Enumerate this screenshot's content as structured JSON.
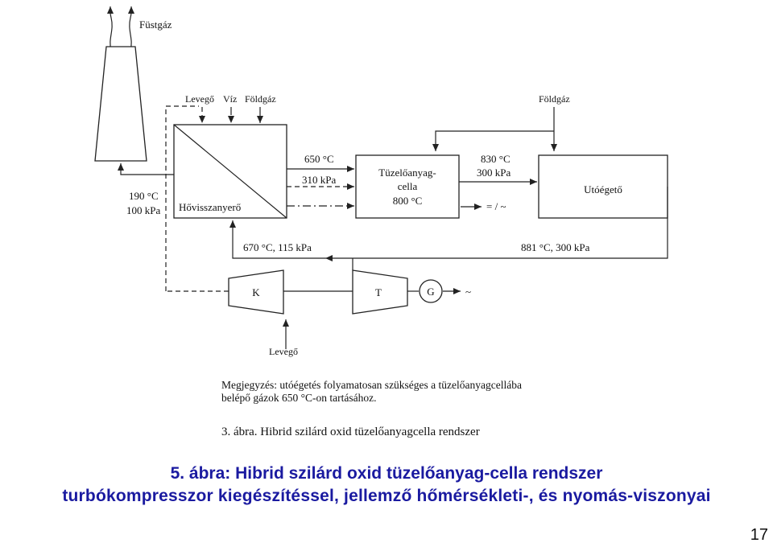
{
  "diagram": {
    "flue_gas": "Füstgáz",
    "inputs_top": {
      "air": "Levegő",
      "water": "Víz",
      "natural_gas": "Földgáz"
    },
    "afterburner_gas": "Földgáz",
    "stack_exit": {
      "temp": "190 °C",
      "pressure": "100 kPa"
    },
    "recuperator": "Hővisszanyerő",
    "to_cell": {
      "temp": "650 °C",
      "pressure": "310 kPa"
    },
    "fuel_cell": {
      "line1": "Tüzelőanyag-",
      "line2": "cella",
      "temp": "800 °C"
    },
    "cell_exit": {
      "temp": "830 °C",
      "pressure": "300 kPa",
      "symbol": "= / ~"
    },
    "afterburner": "Utóégető",
    "return_left": "670 °C, 115 kPa",
    "return_right": "881 °C, 300 kPa",
    "compressor": "K",
    "turbine": "T",
    "generator": "G",
    "ac_symbol": "~",
    "air_in": "Levegő",
    "note_line1": "Megjegyzés: utóégetés folyamatosan szükséges a tüzelőanyagcellába",
    "note_line2": "belépő gázok 650 °C-on tartásához.",
    "figure_caption": "3. ábra. Hibrid szilárd oxid tüzelőanyagcella rendszer"
  },
  "caption": {
    "line1": "5. ábra: Hibrid szilárd oxid tüzelőanyag-cella rendszer",
    "line2": "turbókompresszor kiegészítéssel, jellemző hőmérsékleti-, és nyomás-viszonyai"
  },
  "page_number": "17",
  "colors": {
    "caption": "#1a1aa0",
    "lines": "#222222"
  }
}
